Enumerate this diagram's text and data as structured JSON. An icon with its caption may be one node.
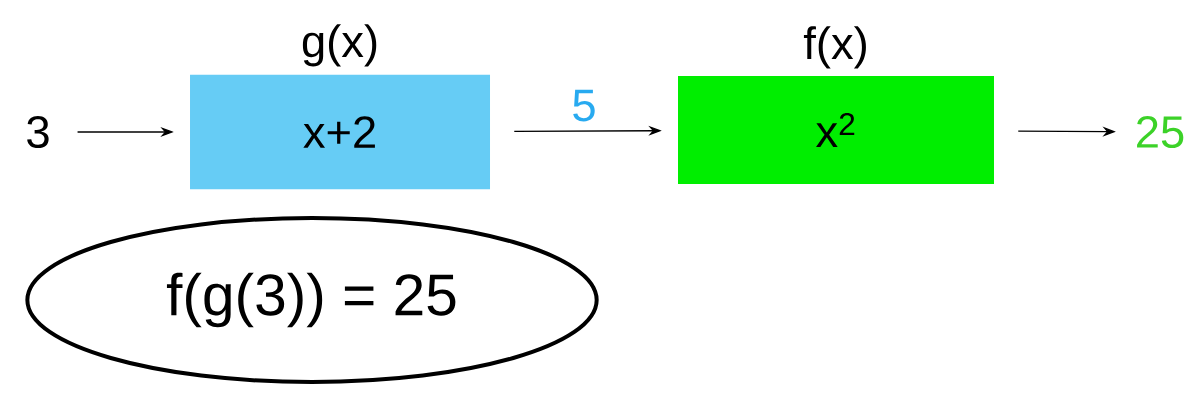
{
  "diagram": {
    "nodes": [
      {
        "text": [
          "3"
        ]
      },
      {
        "text": [
          "g(x)",
          "x+2"
        ]
      },
      {
        "text": [
          "f(x)",
          "x$^{2}$"
        ]
      },
      {
        "text": [
          "25"
        ]
      },
      {
        "text": [
          "f(g(3)) = 25"
        ]
      }
    ],
    "edges": [
      {
        "from": 0,
        "to": 1,
        "arrow": "to"
      },
      {
        "from": 1,
        "to": 2,
        "arrow": "to",
        "label": "5"
      },
      {
        "from": 2,
        "to": 3,
        "arrow": "to"
      }
    ]
  }
}
